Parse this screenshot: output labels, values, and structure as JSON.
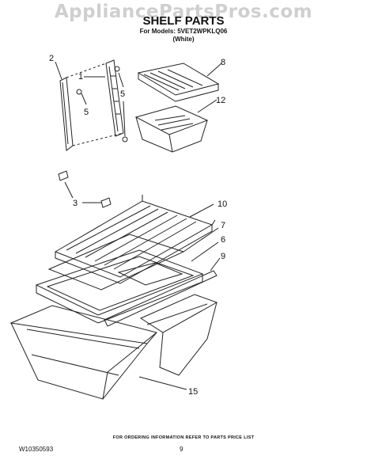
{
  "watermark": "AppliancePartsPros.com",
  "title": "SHELF PARTS",
  "models_line": "For Models: 5VET2WPKLQ06",
  "color_line": "(White)",
  "footer": {
    "ordering_note": "FOR ORDERING INFORMATION REFER TO PARTS PRICE LIST",
    "doc_number": "W10350593",
    "page_number": "9"
  },
  "callouts": [
    {
      "id": "c2a",
      "label": "2"
    },
    {
      "id": "c1",
      "label": "1"
    },
    {
      "id": "c5a",
      "label": "5"
    },
    {
      "id": "c5b",
      "label": "5"
    },
    {
      "id": "c8",
      "label": "8"
    },
    {
      "id": "c12",
      "label": "12"
    },
    {
      "id": "c3",
      "label": "3"
    },
    {
      "id": "c10",
      "label": "10"
    },
    {
      "id": "c7",
      "label": "7"
    },
    {
      "id": "c6",
      "label": "6"
    },
    {
      "id": "c9",
      "label": "9"
    },
    {
      "id": "c15",
      "label": "15"
    }
  ]
}
